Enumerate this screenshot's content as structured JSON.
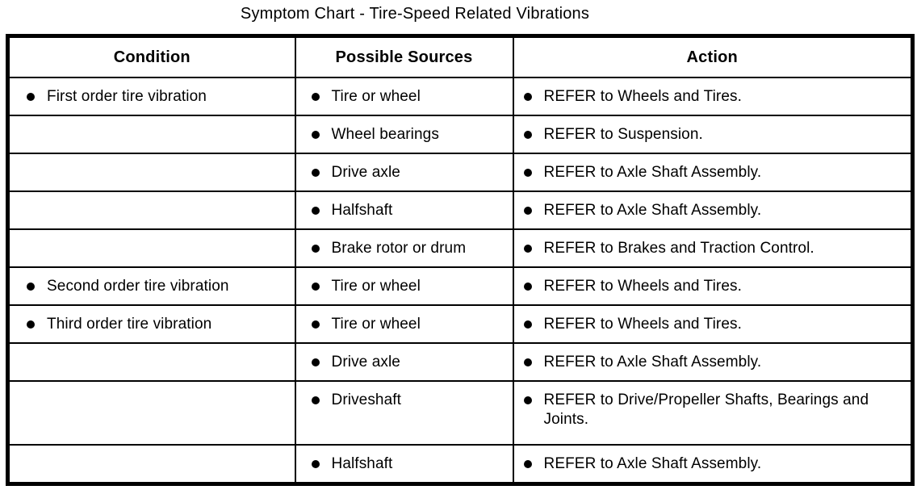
{
  "title": "Symptom Chart - Tire-Speed Related Vibrations",
  "table": {
    "headers": [
      "Condition",
      "Possible Sources",
      "Action"
    ],
    "rows": [
      {
        "condition": "First order tire vibration",
        "source": "Tire or wheel",
        "action": "REFER to Wheels and Tires."
      },
      {
        "condition": "",
        "source": "Wheel bearings",
        "action": "REFER to Suspension."
      },
      {
        "condition": "",
        "source": "Drive axle",
        "action": "REFER to Axle Shaft Assembly."
      },
      {
        "condition": "",
        "source": "Halfshaft",
        "action": "REFER to Axle Shaft Assembly."
      },
      {
        "condition": "",
        "source": "Brake rotor or drum",
        "action": "REFER to Brakes and Traction Control."
      },
      {
        "condition": "Second order tire vibration",
        "source": "Tire or wheel",
        "action": "REFER to Wheels and Tires."
      },
      {
        "condition": "Third order tire vibration",
        "source": "Tire or wheel",
        "action": "REFER to Wheels and Tires."
      },
      {
        "condition": "",
        "source": "Drive axle",
        "action": "REFER to Axle Shaft Assembly."
      },
      {
        "condition": "",
        "source": "Driveshaft",
        "action": "REFER to Drive/Propeller Shafts, Bearings and Joints.",
        "tall": true
      },
      {
        "condition": "",
        "source": "Halfshaft",
        "action": "REFER to Axle Shaft Assembly."
      }
    ],
    "text_color": "#000000",
    "background_color": "#ffffff"
  }
}
